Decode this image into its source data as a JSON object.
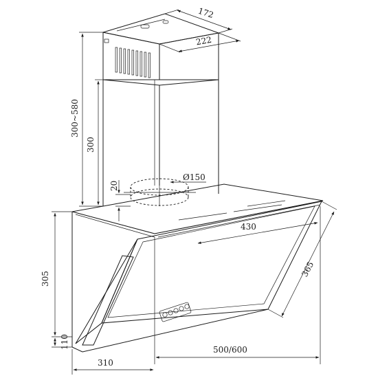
{
  "dimensions": {
    "chimney_width": "172",
    "chimney_depth": "222",
    "chimney_adjust_range": "300~580",
    "chimney_lower_height": "300",
    "duct_offset": "20",
    "outlet_diameter": "Ø150",
    "canopy_top_width": "430",
    "panel_height": "305",
    "panel_diagonal": "365",
    "base_thickness": "110",
    "overall_width": "500/600",
    "overall_depth": "310"
  }
}
